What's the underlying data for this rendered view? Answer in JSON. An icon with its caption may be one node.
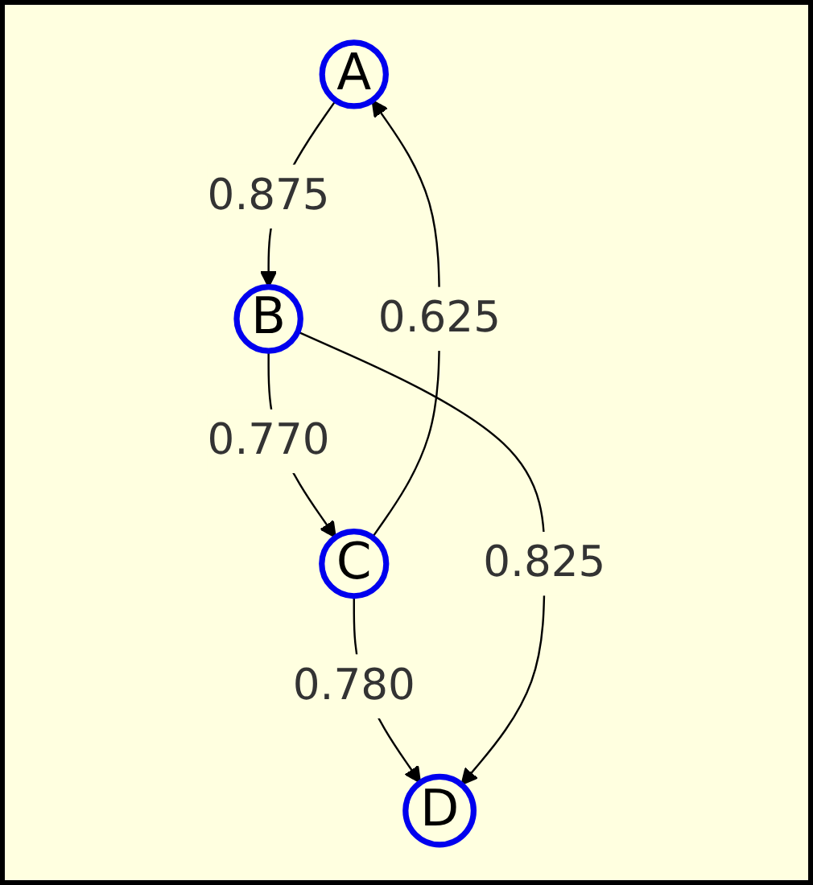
{
  "diagram": {
    "nodes": [
      {
        "text": [
          "A"
        ]
      },
      {
        "text": [
          "B"
        ]
      },
      {
        "text": [
          "C"
        ]
      },
      {
        "text": [
          "D"
        ]
      }
    ],
    "edges": [
      {
        "from": 0,
        "to": 1,
        "arrow": "to",
        "label": "0.875"
      },
      {
        "from": 1,
        "to": 2,
        "arrow": "to",
        "label": "0.770"
      },
      {
        "from": 2,
        "to": 0,
        "arrow": "to",
        "label": "0.625"
      },
      {
        "from": 2,
        "to": 3,
        "arrow": "to",
        "label": "0.780"
      },
      {
        "from": 1,
        "to": 3,
        "arrow": "to",
        "label": "0.825"
      }
    ]
  }
}
